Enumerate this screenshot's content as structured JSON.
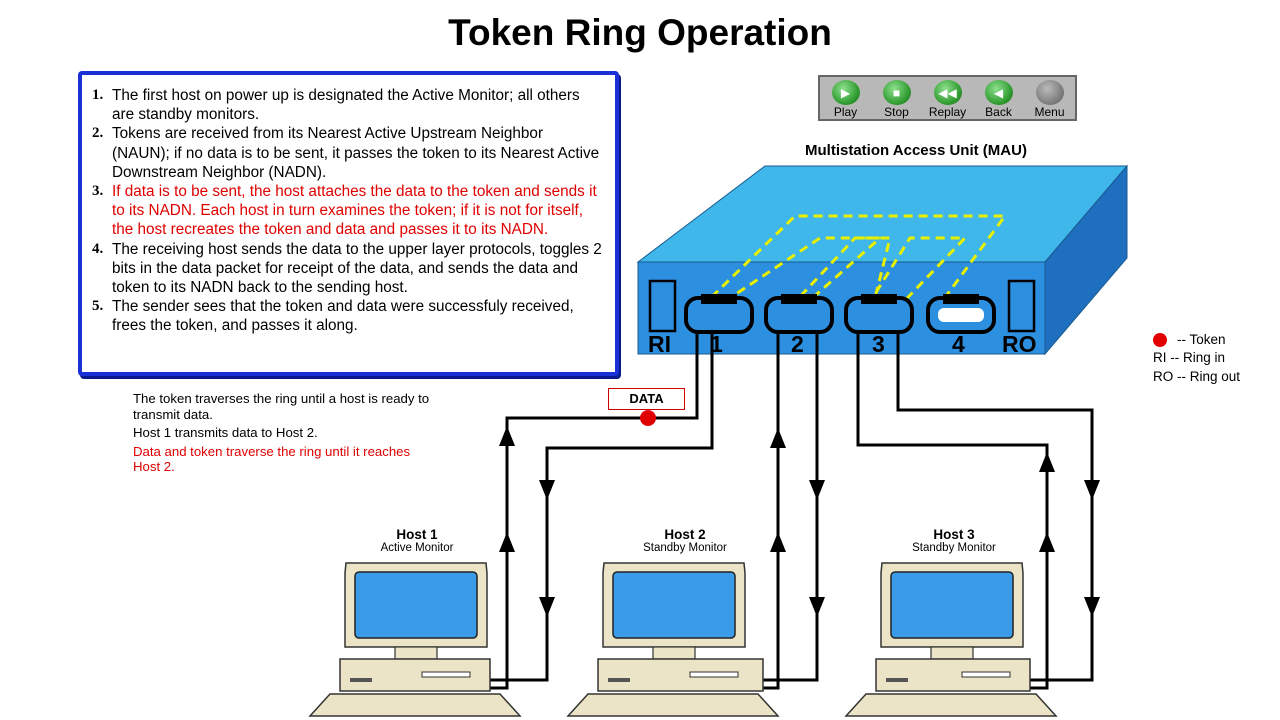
{
  "title": "Token Ring Operation",
  "steps": [
    {
      "num": "1.",
      "text": "The first host on power up is designated the Active Monitor; all others are standby monitors.",
      "highlight": false
    },
    {
      "num": "2.",
      "text": "Tokens are received from its Nearest Active Upstream Neighbor (NAUN); if no data is to be sent, it passes the token to its Nearest Active Downstream Neighbor (NADN).",
      "highlight": false
    },
    {
      "num": "3.",
      "text": "If data is to be sent, the host attaches the data to the token and sends it to its NADN. Each host in turn examines the token; if it is not for itself, the host recreates the token and data and passes it to its NADN.",
      "highlight": true
    },
    {
      "num": "4.",
      "text": "The receiving host sends the data to the upper layer protocols, toggles 2 bits in the data packet for receipt of the data, and sends the data and token to its NADN back to the sending host.",
      "highlight": false
    },
    {
      "num": "5.",
      "text": "The sender sees that the token and data were successfuly received, frees the token, and passes it along.",
      "highlight": false
    }
  ],
  "controls": [
    {
      "label": "Play",
      "icon": "play-icon"
    },
    {
      "label": "Stop",
      "icon": "stop-icon"
    },
    {
      "label": "Replay",
      "icon": "replay-icon"
    },
    {
      "label": "Back",
      "icon": "back-icon"
    },
    {
      "label": "Menu",
      "icon": "menu-icon"
    }
  ],
  "mau": {
    "title": "Multistation Access Unit (MAU)",
    "ring_in": "RI",
    "ring_out": "RO",
    "ports": [
      "1",
      "2",
      "3",
      "4"
    ]
  },
  "legend": {
    "token": "-- Token",
    "ring_in": "RI -- Ring in",
    "ring_out": "RO -- Ring out"
  },
  "notes": {
    "line1": "The token traverses the ring until a host is ready to transmit data.",
    "line2": "Host 1 transmits data to Host 2.",
    "line3": "Data and token traverse the ring until it reaches Host 2."
  },
  "data_label": "DATA",
  "hosts": [
    {
      "name": "Host 1",
      "role": "Active Monitor"
    },
    {
      "name": "Host 2",
      "role": "Standby Monitor"
    },
    {
      "name": "Host 3",
      "role": "Standby Monitor"
    }
  ],
  "colors": {
    "step_border": "#1a2fd6",
    "highlight_text": "#e00000",
    "mau_front": "#2d8fe0",
    "mau_top": "#3fb7ea",
    "ring_path": "#e8f000",
    "token": "#e00000",
    "screen": "#3a9be8",
    "monitor_body": "#ece4c6"
  }
}
